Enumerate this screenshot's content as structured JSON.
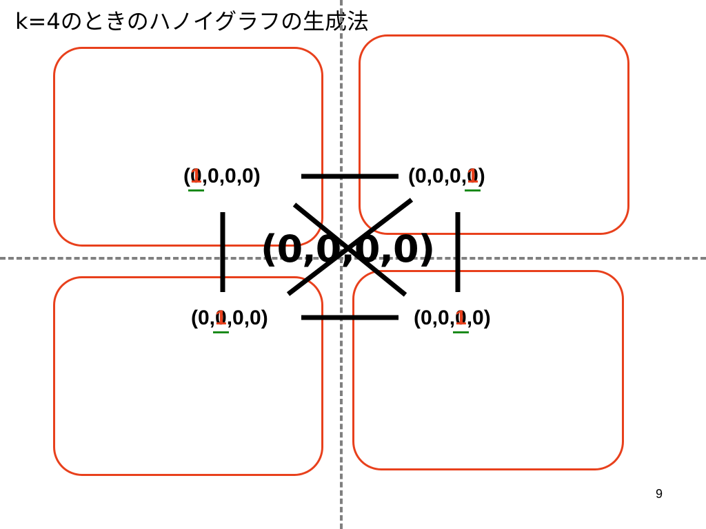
{
  "slide": {
    "title": "k=4のときのハノイグラフの生成法",
    "page_number": "9"
  },
  "center_node": {
    "label": "(0,0,0,0)"
  },
  "nodes": [
    {
      "id": "top-left",
      "prefix": "(",
      "digit_ghost": "0",
      "digit": "1",
      "suffix": ",0,0,0)"
    },
    {
      "id": "top-right",
      "prefix": "(0,0,0,",
      "digit_ghost": "0",
      "digit": "1",
      "suffix": ")"
    },
    {
      "id": "bottom-left",
      "prefix": "(0,",
      "digit_ghost": "0",
      "digit": "1",
      "suffix": ",0,0)"
    },
    {
      "id": "bottom-right",
      "prefix": "(0,0,",
      "digit_ghost": "0",
      "digit": "1",
      "suffix": ",0)"
    }
  ],
  "colors": {
    "quadrant_border": "#e8401c",
    "highlight_digit": "#e8401c",
    "underline": "#1a8a1a",
    "divider": "#808080",
    "edge": "#000000"
  }
}
